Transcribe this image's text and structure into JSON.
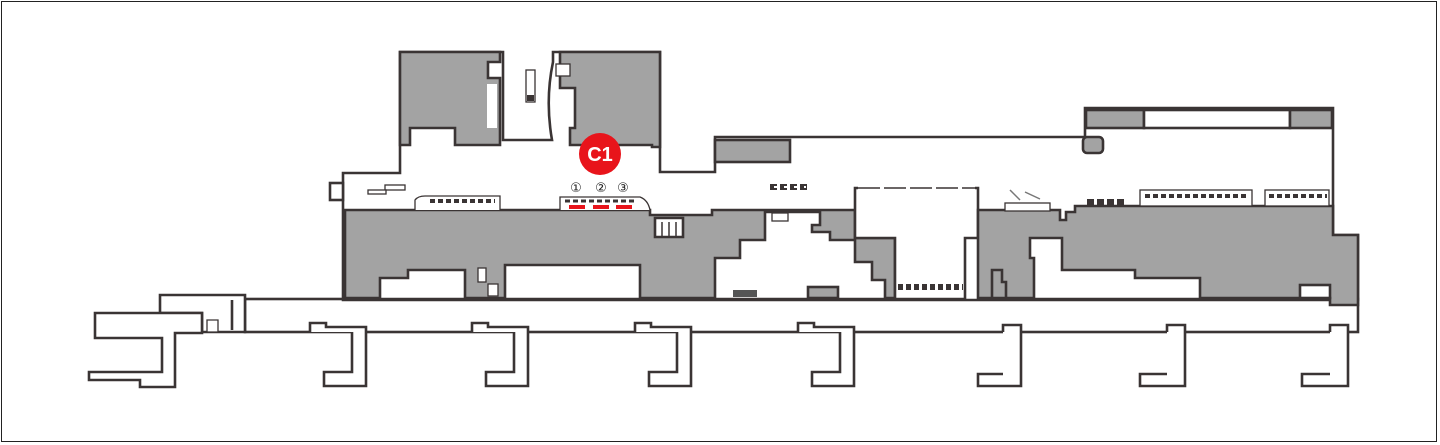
{
  "map": {
    "marker_label": "C1",
    "counter_labels": [
      "①",
      "②",
      "③"
    ],
    "colors": {
      "marker": "#e8141b",
      "counter_highlight": "#e8141b",
      "building_shaded": "#a3a3a3",
      "wall": "#3a3434"
    }
  }
}
